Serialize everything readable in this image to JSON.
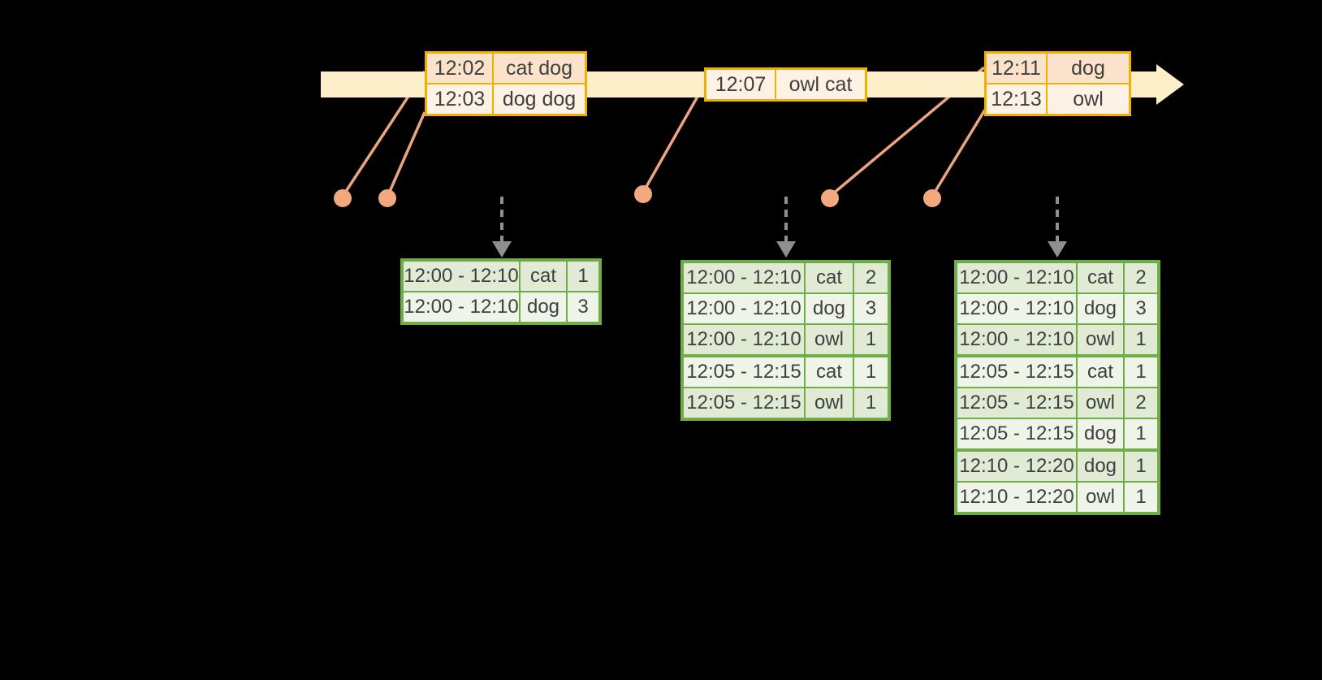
{
  "colors": {
    "background": "#000000",
    "timeline_fill": "#fcefca",
    "event_table_border": "#f0b000",
    "event_row_dark": "#fbe3cb",
    "event_row_light": "#fdf2e3",
    "result_table_border": "#70ad47",
    "result_row_dark": "#e0ead4",
    "result_row_light": "#eff4e9",
    "text": "#3f3f3f",
    "connector": "#f2a97d",
    "trigger_arrow": "#8f8f8f"
  },
  "event_tables": [
    {
      "rows": [
        {
          "time": "12:02",
          "words": "cat dog"
        },
        {
          "time": "12:03",
          "words": "dog dog"
        }
      ]
    },
    {
      "rows": [
        {
          "time": "12:07",
          "words": "owl cat"
        }
      ]
    },
    {
      "rows": [
        {
          "time": "12:11",
          "words": "dog"
        },
        {
          "time": "12:13",
          "words": "owl"
        }
      ]
    }
  ],
  "result_tables": [
    {
      "rows": [
        {
          "window": "12:00 - 12:10",
          "word": "cat",
          "count": "1"
        },
        {
          "window": "12:00 - 12:10",
          "word": "dog",
          "count": "3"
        }
      ]
    },
    {
      "rows": [
        {
          "window": "12:00 - 12:10",
          "word": "cat",
          "count": "2"
        },
        {
          "window": "12:00 - 12:10",
          "word": "dog",
          "count": "3"
        },
        {
          "window": "12:00 - 12:10",
          "word": "owl",
          "count": "1"
        },
        {
          "window": "12:05 - 12:15",
          "word": "cat",
          "count": "1"
        },
        {
          "window": "12:05 - 12:15",
          "word": "owl",
          "count": "1"
        }
      ]
    },
    {
      "rows": [
        {
          "window": "12:00 - 12:10",
          "word": "cat",
          "count": "2"
        },
        {
          "window": "12:00 - 12:10",
          "word": "dog",
          "count": "3"
        },
        {
          "window": "12:00 - 12:10",
          "word": "owl",
          "count": "1"
        },
        {
          "window": "12:05 - 12:15",
          "word": "cat",
          "count": "1"
        },
        {
          "window": "12:05 - 12:15",
          "word": "owl",
          "count": "2"
        },
        {
          "window": "12:05 - 12:15",
          "word": "dog",
          "count": "1"
        },
        {
          "window": "12:10 - 12:20",
          "word": "dog",
          "count": "1"
        },
        {
          "window": "12:10 - 12:20",
          "word": "owl",
          "count": "1"
        }
      ]
    }
  ]
}
